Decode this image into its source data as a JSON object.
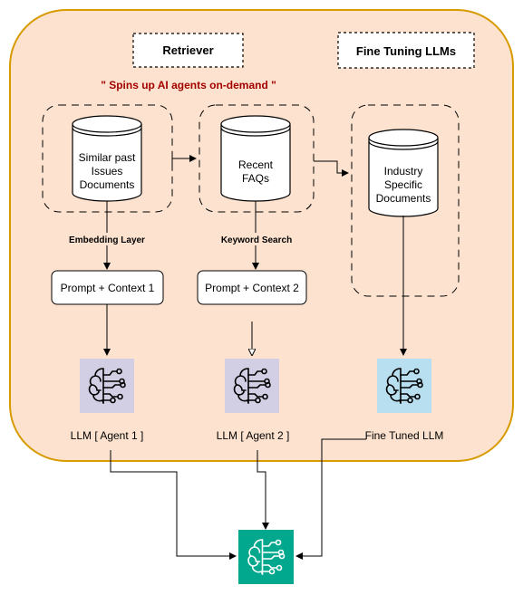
{
  "headers": {
    "retriever": "Retriever",
    "fine_tuning": "Fine Tuning LLMs"
  },
  "tagline": "\" Spins up AI agents on-demand \"",
  "databases": {
    "similar_issues": [
      "Similar past",
      "Issues",
      "Documents"
    ],
    "recent_faqs": [
      "Recent",
      "FAQs"
    ],
    "industry_docs": [
      "Industry",
      "Specific",
      "Documents"
    ]
  },
  "edge_labels": {
    "embedding": "Embedding Layer",
    "keyword": "Keyword Search"
  },
  "prompts": {
    "context1": "Prompt + Context 1",
    "context2": "Prompt + Context 2"
  },
  "llm_labels": {
    "agent1": "LLM [ Agent 1 ]",
    "agent2": "LLM [ Agent 2 ]",
    "fine_tuned": "Fine Tuned LLM"
  },
  "icons": {
    "agent1": "ai-brain-icon",
    "agent2": "ai-brain-icon",
    "fine_tuned": "ai-brain-icon",
    "output": "ai-brain-icon"
  },
  "colors": {
    "container_fill": "#fde3cf",
    "container_border": "#d79b00",
    "tagline": "#a30000",
    "agent_icon_bg": "#d2cfe4",
    "fine_tuned_icon_bg": "#b7dff0",
    "output_icon_bg": "#01a88d"
  }
}
